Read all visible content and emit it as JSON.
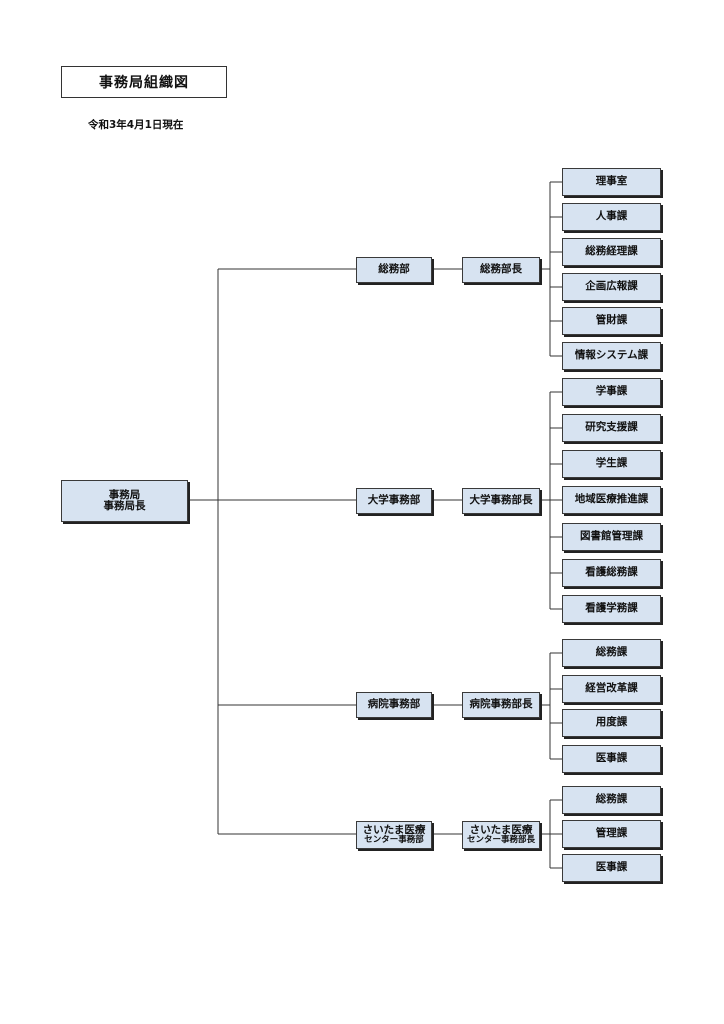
{
  "header": {
    "title": "事務局組織図",
    "date": "令和3年4月1日現在"
  },
  "root": {
    "line1": "事務局",
    "line2": "事務局長"
  },
  "departments": [
    {
      "dept": "総務部",
      "head": "総務部長",
      "sections": [
        "理事室",
        "人事課",
        "総務経理課",
        "企画広報課",
        "管財課",
        "情報システム課"
      ]
    },
    {
      "dept": "大学事務部",
      "head": "大学事務部長",
      "sections": [
        "学事課",
        "研究支援課",
        "学生課",
        "地域医療推進課",
        "図書館管理課",
        "看護総務課",
        "看護学務課"
      ]
    },
    {
      "dept": "病院事務部",
      "head": "病院事務部長",
      "sections": [
        "総務課",
        "経営改革課",
        "用度課",
        "医事課"
      ]
    },
    {
      "dept_line1": "さいたま医療",
      "dept_line2": "センター事務部",
      "head_line1": "さいたま医療",
      "head_line2": "センター事務部長",
      "sections": [
        "総務課",
        "管理課",
        "医事課"
      ]
    }
  ],
  "colors": {
    "box_fill": "#d7e3f1",
    "line": "#333333"
  }
}
